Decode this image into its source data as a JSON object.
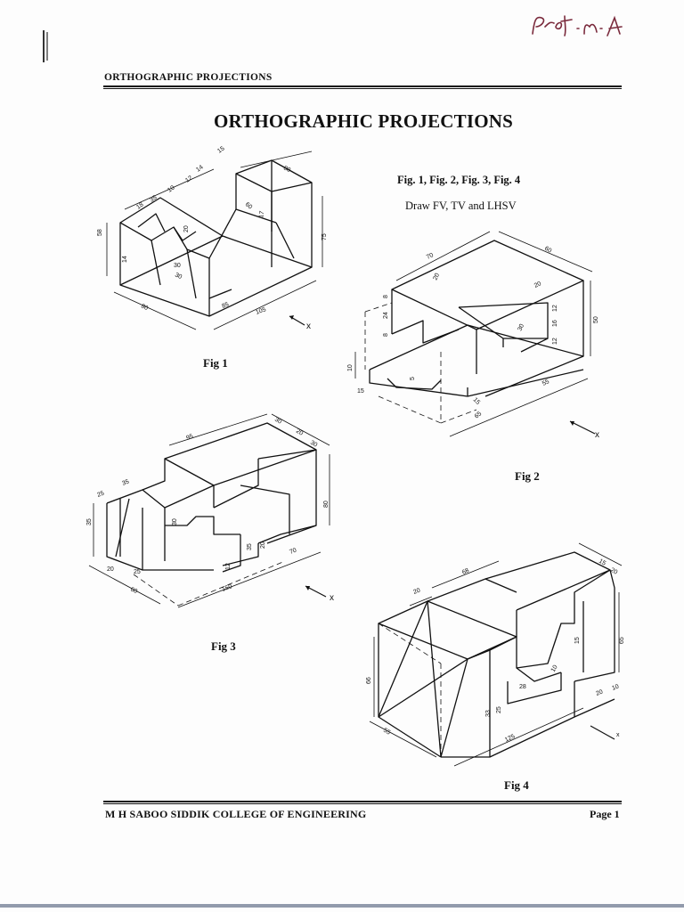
{
  "header": {
    "label": "ORTHOGRAPHIC PROJECTIONS",
    "signature": "Prof. M.A"
  },
  "title": "ORTHOGRAPHIC PROJECTIONS",
  "instructions": {
    "figures": "Fig. 1, Fig. 2, Fig. 3, Fig. 4",
    "task": "Draw FV, TV and LHSV"
  },
  "figures": [
    {
      "caption": "Fig 1",
      "dims": [
        "15",
        "14",
        "12",
        "35",
        "10",
        "18",
        "58",
        "14",
        "80",
        "20",
        "30",
        "30",
        "60",
        "17",
        "75",
        "105",
        "85",
        "80",
        "x"
      ]
    },
    {
      "caption": "Fig 2",
      "dims": [
        "70",
        "20",
        "60",
        "20",
        "8",
        "24",
        "8",
        "12",
        "16",
        "12",
        "50",
        "30",
        "10",
        "15",
        "5",
        "15",
        "65",
        "55",
        "x"
      ]
    },
    {
      "caption": "Fig 3",
      "dims": [
        "95",
        "30",
        "20",
        "30",
        "25",
        "35",
        "35",
        "30",
        "80",
        "35",
        "20",
        "25",
        "12",
        "70",
        "60",
        "150",
        "20",
        "x"
      ]
    },
    {
      "caption": "Fig 4",
      "dims": [
        "68",
        "15",
        "20",
        "20",
        "66",
        "15",
        "65",
        "10",
        "28",
        "33",
        "25",
        "20",
        "10",
        "55",
        "125",
        "x"
      ]
    }
  ],
  "footer": {
    "college": "M H SABOO SIDDIK COLLEGE OF ENGINEERING",
    "page": "Page 1"
  }
}
